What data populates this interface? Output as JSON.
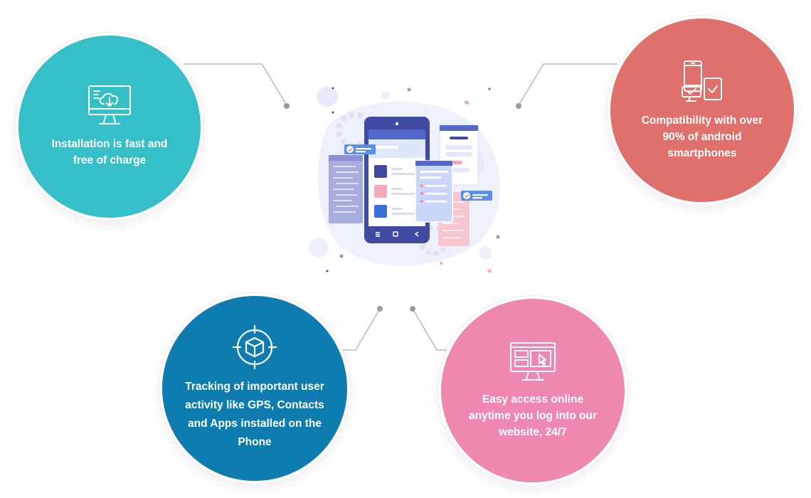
{
  "colors": {
    "installation": "#36bfc8",
    "compatibility": "#e0706c",
    "tracking": "#0f7caf",
    "access": "#ee88b0",
    "connector": "#9a9a9a",
    "phone": "#3f4aa0"
  },
  "features": {
    "installation": {
      "label": "Installation is fast and free of charge",
      "icon": "monitor-download-icon"
    },
    "compatibility": {
      "label": "Compatibility with over 90% of android smartphones",
      "icon": "devices-check-icon"
    },
    "tracking": {
      "label": "Tracking of important user activity like GPS, Contacts and Apps installed on the Phone",
      "icon": "target-box-icon"
    },
    "access": {
      "label": "Easy access online anytime you log into our website, 24/7",
      "icon": "monitor-cursor-icon"
    }
  },
  "illustration": {
    "icon": "mobile-app-illustration"
  }
}
